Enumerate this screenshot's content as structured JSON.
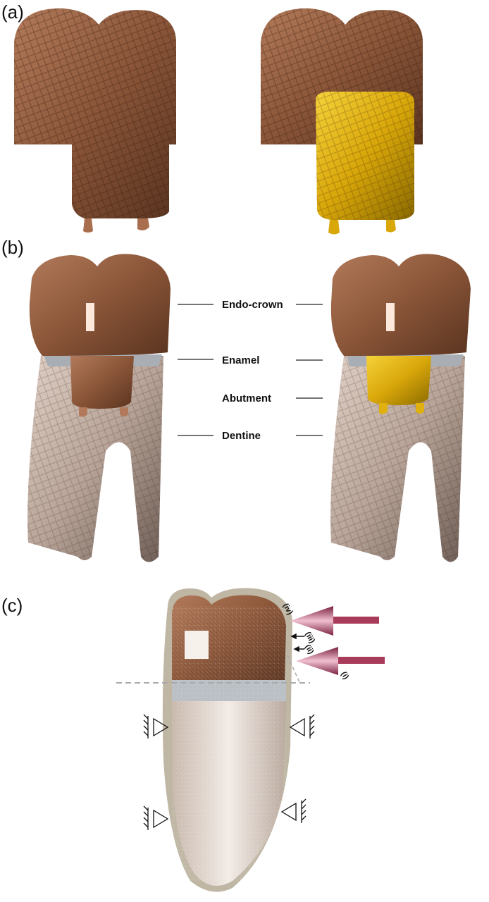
{
  "panels": {
    "a": {
      "label": "(a)"
    },
    "b": {
      "label": "(b)"
    },
    "c": {
      "label": "(c)"
    }
  },
  "structures": {
    "endo_crown": "Endo-crown",
    "enamel": "Enamel",
    "abutment": "Abutment",
    "dentine": "Dentine"
  },
  "load_positions": [
    "(iv)",
    "(iii)",
    "(ii)",
    "(i)"
  ],
  "colors": {
    "crown": "#9a6448",
    "abutment_gold": "#e0b010",
    "enamel": "#a8aeb4",
    "dentine": "#cbb8ac",
    "arrow": "#b0506a"
  }
}
